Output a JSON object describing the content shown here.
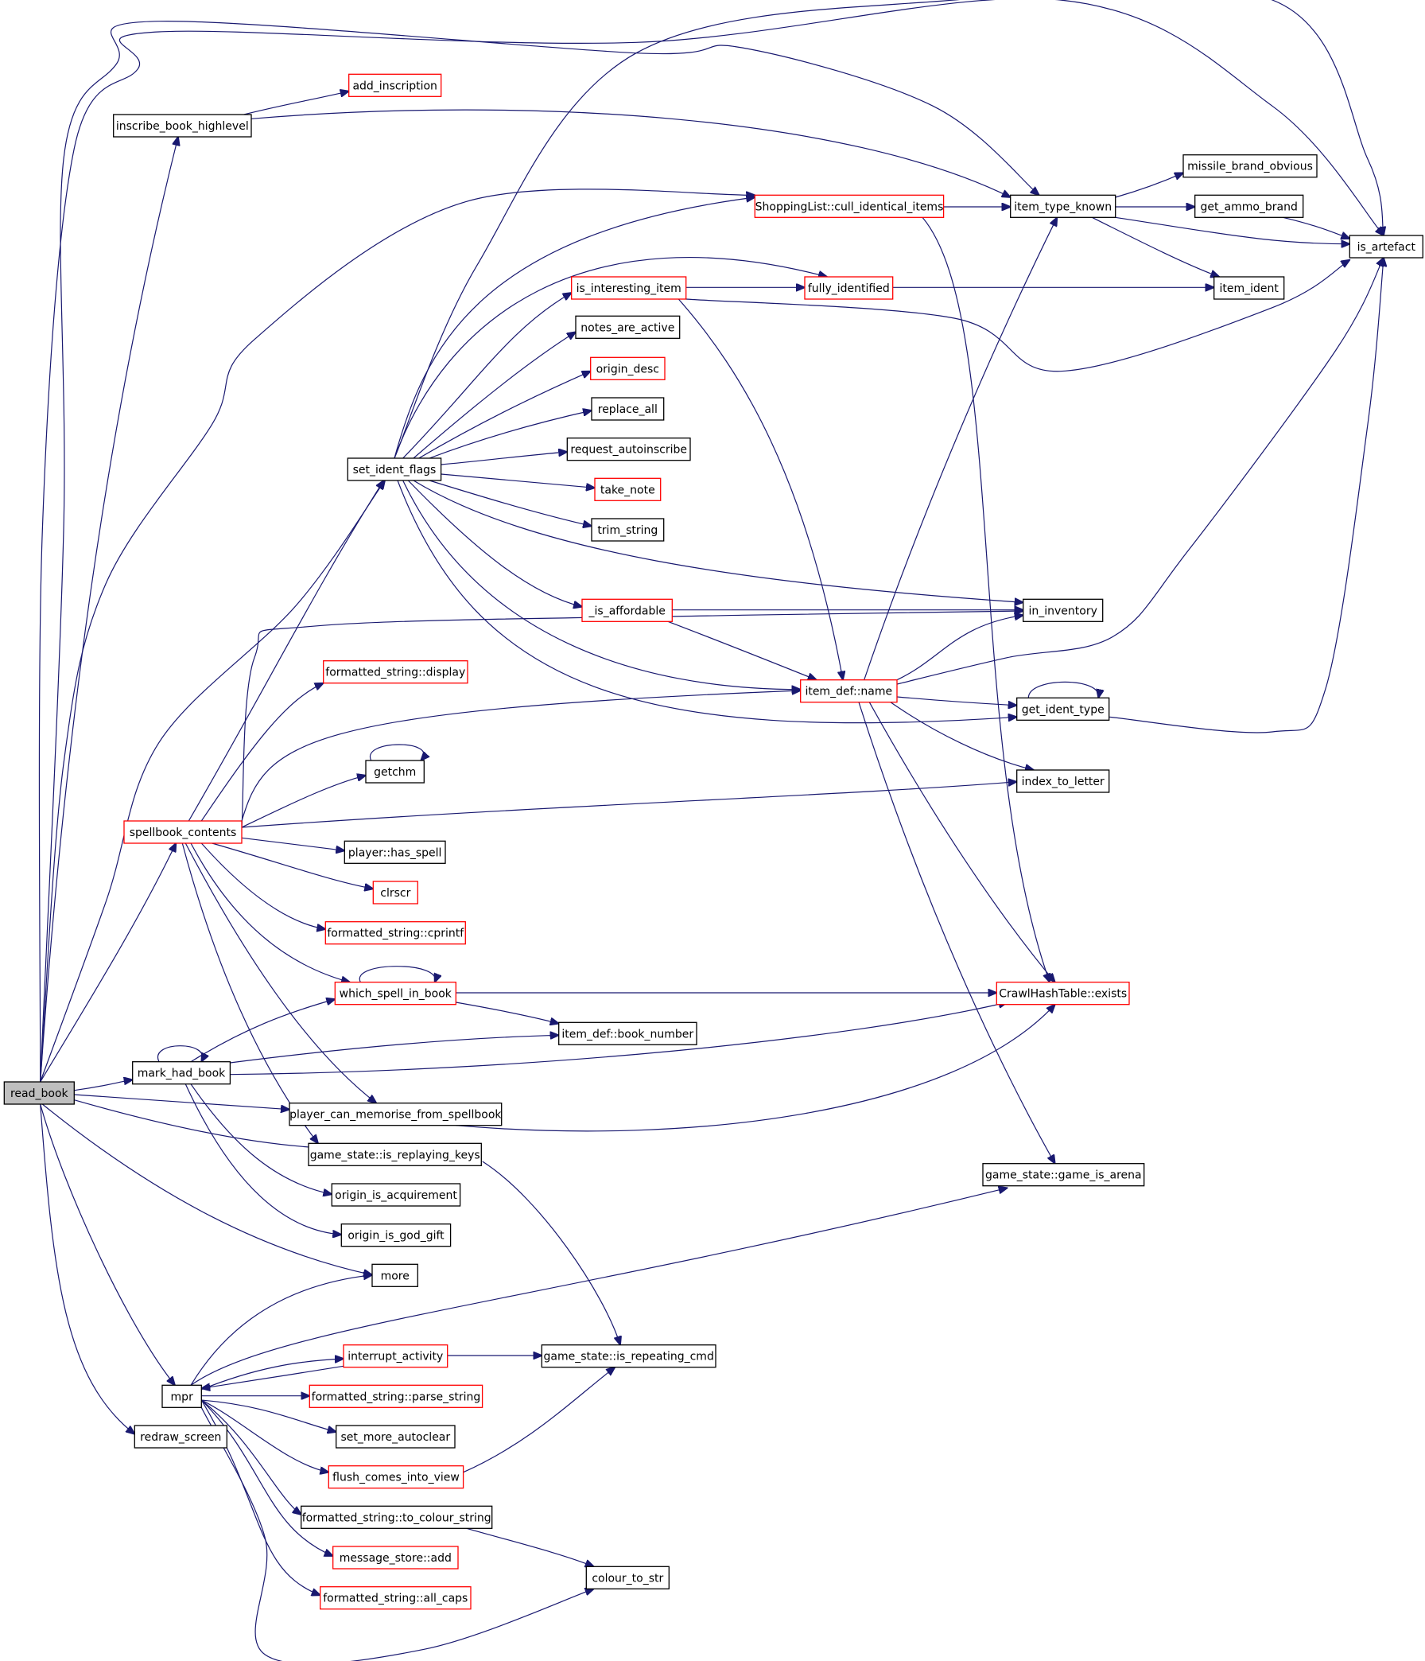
{
  "colors": {
    "edge": "#191970",
    "border_documented": "#000000",
    "border_undocumented": "#ff0000",
    "root_fill": "#bfbfbf"
  },
  "nodes": {
    "read_book": {
      "label": "read_book",
      "style": "root"
    },
    "inscribe_book_highlevel": {
      "label": "inscribe_book_highlevel",
      "style": "black"
    },
    "add_inscription": {
      "label": "add_inscription",
      "style": "red"
    },
    "item_type_known": {
      "label": "item_type_known",
      "style": "black"
    },
    "is_artefact": {
      "label": "is_artefact",
      "style": "black"
    },
    "missile_brand_obvious": {
      "label": "missile_brand_obvious",
      "style": "black"
    },
    "get_ammo_brand": {
      "label": "get_ammo_brand",
      "style": "black"
    },
    "item_ident": {
      "label": "item_ident",
      "style": "black"
    },
    "cull_identical_items": {
      "label": "ShoppingList::cull_identical_items",
      "style": "red"
    },
    "is_interesting_item": {
      "label": "is_interesting_item",
      "style": "red"
    },
    "fully_identified": {
      "label": "fully_identified",
      "style": "red"
    },
    "notes_are_active": {
      "label": "notes_are_active",
      "style": "black"
    },
    "origin_desc": {
      "label": "origin_desc",
      "style": "red"
    },
    "replace_all": {
      "label": "replace_all",
      "style": "black"
    },
    "set_ident_flags": {
      "label": "set_ident_flags",
      "style": "black"
    },
    "request_autoinscribe": {
      "label": "request_autoinscribe",
      "style": "black"
    },
    "take_note": {
      "label": "take_note",
      "style": "red"
    },
    "trim_string": {
      "label": "trim_string",
      "style": "black"
    },
    "is_affordable": {
      "label": "_is_affordable",
      "style": "red"
    },
    "in_inventory": {
      "label": "in_inventory",
      "style": "black"
    },
    "formatted_string_display": {
      "label": "formatted_string::display",
      "style": "red"
    },
    "item_def_name": {
      "label": "item_def::name",
      "style": "red"
    },
    "get_ident_type": {
      "label": "get_ident_type",
      "style": "black"
    },
    "getchm": {
      "label": "getchm",
      "style": "black"
    },
    "index_to_letter": {
      "label": "index_to_letter",
      "style": "black"
    },
    "spellbook_contents": {
      "label": "spellbook_contents",
      "style": "red"
    },
    "player_has_spell": {
      "label": "player::has_spell",
      "style": "black"
    },
    "clrscr": {
      "label": "clrscr",
      "style": "red"
    },
    "formatted_string_cprintf": {
      "label": "formatted_string::cprintf",
      "style": "red"
    },
    "which_spell_in_book": {
      "label": "which_spell_in_book",
      "style": "red"
    },
    "crawlhashtable_exists": {
      "label": "CrawlHashTable::exists",
      "style": "red"
    },
    "item_def_book_number": {
      "label": "item_def::book_number",
      "style": "black"
    },
    "mark_had_book": {
      "label": "mark_had_book",
      "style": "black"
    },
    "player_can_memorise": {
      "label": "player_can_memorise_from_spellbook",
      "style": "black"
    },
    "is_replaying_keys": {
      "label": "game_state::is_replaying_keys",
      "style": "black"
    },
    "game_is_arena": {
      "label": "game_state::game_is_arena",
      "style": "black"
    },
    "origin_is_acquirement": {
      "label": "origin_is_acquirement",
      "style": "black"
    },
    "origin_is_god_gift": {
      "label": "origin_is_god_gift",
      "style": "black"
    },
    "more": {
      "label": "more",
      "style": "black"
    },
    "interrupt_activity": {
      "label": "interrupt_activity",
      "style": "red"
    },
    "is_repeating_cmd": {
      "label": "game_state::is_repeating_cmd",
      "style": "black"
    },
    "mpr": {
      "label": "mpr",
      "style": "black"
    },
    "parse_string": {
      "label": "formatted_string::parse_string",
      "style": "red"
    },
    "set_more_autoclear": {
      "label": "set_more_autoclear",
      "style": "black"
    },
    "redraw_screen": {
      "label": "redraw_screen",
      "style": "black"
    },
    "flush_comes_into_view": {
      "label": "flush_comes_into_view",
      "style": "red"
    },
    "to_colour_string": {
      "label": "formatted_string::to_colour_string",
      "style": "black"
    },
    "message_store_add": {
      "label": "message_store::add",
      "style": "red"
    },
    "colour_to_str": {
      "label": "colour_to_str",
      "style": "black"
    },
    "all_caps": {
      "label": "formatted_string::all_caps",
      "style": "red"
    }
  },
  "edges": [
    [
      "read_book",
      "inscribe_book_highlevel"
    ],
    [
      "read_book",
      "item_type_known"
    ],
    [
      "read_book",
      "is_artefact"
    ],
    [
      "read_book",
      "cull_identical_items"
    ],
    [
      "read_book",
      "set_ident_flags"
    ],
    [
      "read_book",
      "spellbook_contents"
    ],
    [
      "read_book",
      "mark_had_book"
    ],
    [
      "read_book",
      "player_can_memorise"
    ],
    [
      "read_book",
      "is_replaying_keys"
    ],
    [
      "read_book",
      "more"
    ],
    [
      "read_book",
      "mpr"
    ],
    [
      "read_book",
      "redraw_screen"
    ],
    [
      "inscribe_book_highlevel",
      "add_inscription"
    ],
    [
      "inscribe_book_highlevel",
      "item_type_known"
    ],
    [
      "item_type_known",
      "missile_brand_obvious"
    ],
    [
      "item_type_known",
      "get_ammo_brand"
    ],
    [
      "item_type_known",
      "is_artefact"
    ],
    [
      "item_type_known",
      "item_ident"
    ],
    [
      "get_ammo_brand",
      "is_artefact"
    ],
    [
      "cull_identical_items",
      "item_type_known"
    ],
    [
      "cull_identical_items",
      "crawlhashtable_exists"
    ],
    [
      "is_interesting_item",
      "fully_identified"
    ],
    [
      "is_interesting_item",
      "is_artefact"
    ],
    [
      "is_interesting_item",
      "item_def_name"
    ],
    [
      "fully_identified",
      "item_ident"
    ],
    [
      "set_ident_flags",
      "is_artefact"
    ],
    [
      "set_ident_flags",
      "cull_identical_items"
    ],
    [
      "set_ident_flags",
      "fully_identified"
    ],
    [
      "set_ident_flags",
      "is_interesting_item"
    ],
    [
      "set_ident_flags",
      "notes_are_active"
    ],
    [
      "set_ident_flags",
      "origin_desc"
    ],
    [
      "set_ident_flags",
      "replace_all"
    ],
    [
      "set_ident_flags",
      "request_autoinscribe"
    ],
    [
      "set_ident_flags",
      "take_note"
    ],
    [
      "set_ident_flags",
      "trim_string"
    ],
    [
      "set_ident_flags",
      "in_inventory"
    ],
    [
      "set_ident_flags",
      "is_affordable"
    ],
    [
      "set_ident_flags",
      "item_def_name"
    ],
    [
      "set_ident_flags",
      "get_ident_type"
    ],
    [
      "is_affordable",
      "in_inventory"
    ],
    [
      "is_affordable",
      "item_def_name"
    ],
    [
      "item_def_name",
      "item_type_known"
    ],
    [
      "item_def_name",
      "is_artefact"
    ],
    [
      "item_def_name",
      "in_inventory"
    ],
    [
      "item_def_name",
      "get_ident_type"
    ],
    [
      "item_def_name",
      "index_to_letter"
    ],
    [
      "item_def_name",
      "crawlhashtable_exists"
    ],
    [
      "item_def_name",
      "game_is_arena"
    ],
    [
      "get_ident_type",
      "get_ident_type"
    ],
    [
      "get_ident_type",
      "is_artefact"
    ],
    [
      "spellbook_contents",
      "in_inventory"
    ],
    [
      "spellbook_contents",
      "set_ident_flags"
    ],
    [
      "spellbook_contents",
      "formatted_string_display"
    ],
    [
      "spellbook_contents",
      "item_def_name"
    ],
    [
      "spellbook_contents",
      "getchm"
    ],
    [
      "spellbook_contents",
      "index_to_letter"
    ],
    [
      "spellbook_contents",
      "player_has_spell"
    ],
    [
      "spellbook_contents",
      "clrscr"
    ],
    [
      "spellbook_contents",
      "formatted_string_cprintf"
    ],
    [
      "spellbook_contents",
      "which_spell_in_book"
    ],
    [
      "spellbook_contents",
      "player_can_memorise"
    ],
    [
      "spellbook_contents",
      "is_replaying_keys"
    ],
    [
      "getchm",
      "getchm"
    ],
    [
      "which_spell_in_book",
      "which_spell_in_book"
    ],
    [
      "which_spell_in_book",
      "crawlhashtable_exists"
    ],
    [
      "which_spell_in_book",
      "item_def_book_number"
    ],
    [
      "mark_had_book",
      "mark_had_book"
    ],
    [
      "mark_had_book",
      "which_spell_in_book"
    ],
    [
      "mark_had_book",
      "item_def_book_number"
    ],
    [
      "mark_had_book",
      "crawlhashtable_exists"
    ],
    [
      "mark_had_book",
      "origin_is_acquirement"
    ],
    [
      "mark_had_book",
      "origin_is_god_gift"
    ],
    [
      "player_can_memorise",
      "crawlhashtable_exists"
    ],
    [
      "is_replaying_keys",
      "is_repeating_cmd"
    ],
    [
      "mpr",
      "more"
    ],
    [
      "mpr",
      "game_is_arena"
    ],
    [
      "mpr",
      "interrupt_activity"
    ],
    [
      "mpr",
      "parse_string"
    ],
    [
      "mpr",
      "set_more_autoclear"
    ],
    [
      "mpr",
      "flush_comes_into_view"
    ],
    [
      "mpr",
      "to_colour_string"
    ],
    [
      "mpr",
      "message_store_add"
    ],
    [
      "mpr",
      "all_caps"
    ],
    [
      "mpr",
      "colour_to_str"
    ],
    [
      "interrupt_activity",
      "mpr"
    ],
    [
      "interrupt_activity",
      "is_repeating_cmd"
    ],
    [
      "flush_comes_into_view",
      "is_repeating_cmd"
    ],
    [
      "to_colour_string",
      "colour_to_str"
    ]
  ]
}
